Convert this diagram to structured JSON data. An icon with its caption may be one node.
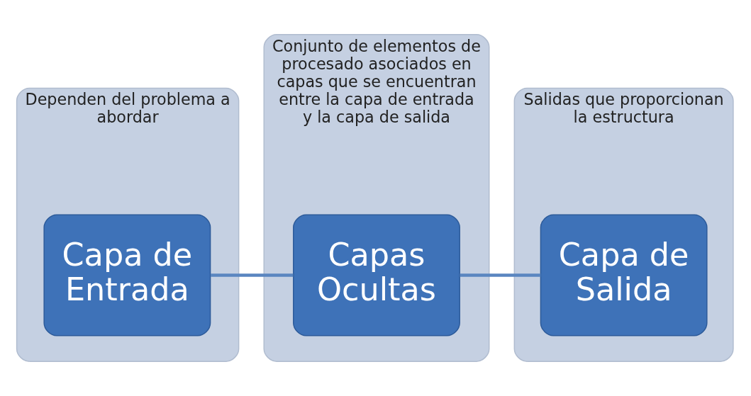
{
  "diagram": {
    "nodes": [
      {
        "text": [
          "Dependen del problema a abordar"
        ]
      },
      {
        "text": [
          "Capa de Entrada"
        ],
        "in": 0
      },
      {
        "text": [
          "Conjunto de elementos de procesado asociados en capas que se encuentran entre la capa de entrada y la capa de salida"
        ]
      },
      {
        "text": [
          "Capas Ocultas"
        ],
        "in": 2
      },
      {
        "text": [
          "Salidas que proporcionan la estructura"
        ]
      },
      {
        "text": [
          "Capa de Salida"
        ],
        "in": 4
      }
    ],
    "edges": [
      {
        "from": 1,
        "to": 3,
        "arrow": "none"
      },
      {
        "from": 3,
        "to": 5,
        "arrow": "none"
      }
    ]
  }
}
